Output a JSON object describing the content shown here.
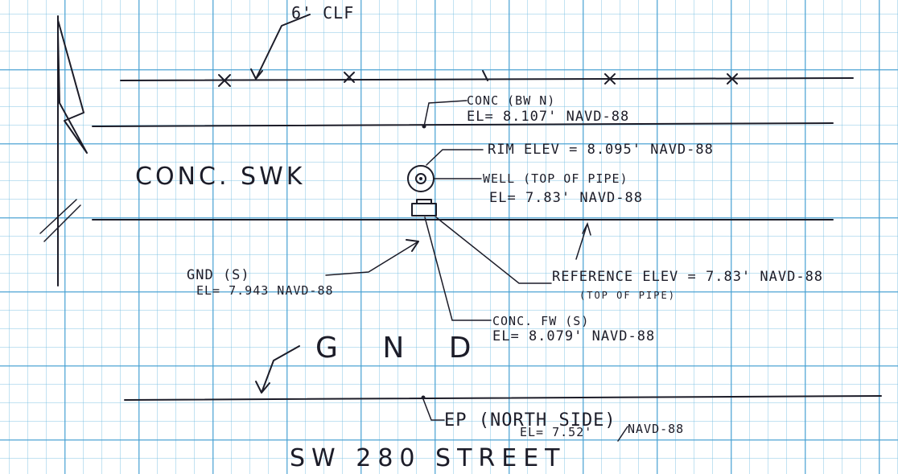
{
  "labels": {
    "fence": "6' CLF",
    "conc_bwn": "CONC (BW N)",
    "conc_bwn_el": "EL= 8.107' NAVD-88",
    "rim_elev": "RIM ELEV = 8.095' NAVD-88",
    "well": "WELL (TOP OF PIPE)",
    "well_el": "EL= 7.83' NAVD-88",
    "conc_swk": "CONC. SWK",
    "gnd_s": "GND (S)",
    "gnd_s_el": "EL= 7.943 NAVD-88",
    "reference": "REFERENCE ELEV = 7.83' NAVD-88",
    "reference_note": "(TOP OF PIPE)",
    "conc_fw": "CONC. FW (S)",
    "conc_fw_el": "EL= 8.079' NAVD-88",
    "gnd": "G N D",
    "ep": "EP (NORTH SIDE)",
    "ep_el": "EL= 7.52'",
    "ep_datum": "NAVD-88",
    "street": "SW 280 STREET"
  },
  "colors": {
    "ink": "#1c1c28",
    "grid": "#46a0d2",
    "paper": "#ffffff"
  }
}
